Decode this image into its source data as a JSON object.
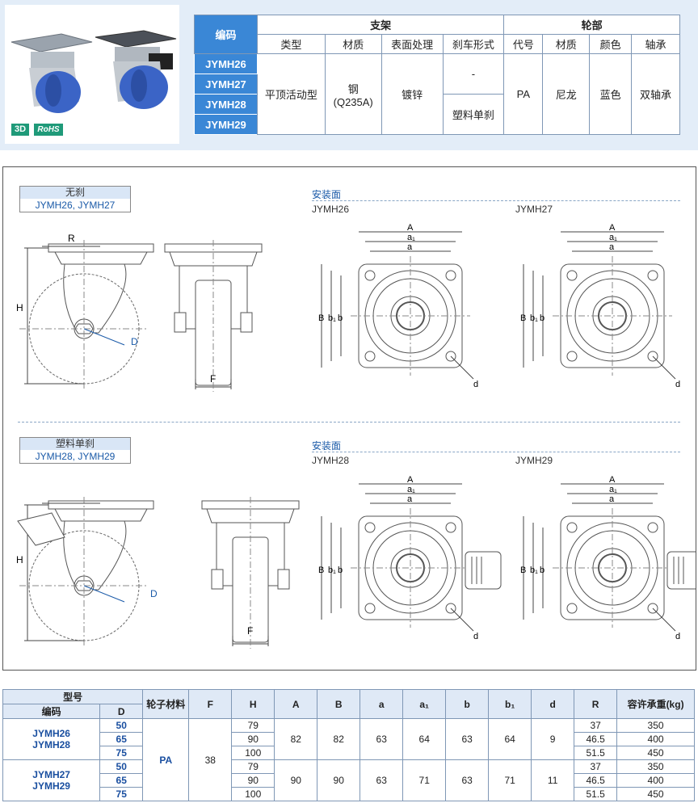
{
  "spec_table": {
    "code_header": "编码",
    "bracket_group": "支架",
    "wheel_group": "轮部",
    "cols": [
      "类型",
      "材质",
      "表面处理",
      "刹车形式",
      "代号",
      "材质",
      "颜色",
      "轴承"
    ],
    "codes": [
      "JYMH26",
      "JYMH27",
      "JYMH28",
      "JYMH29"
    ],
    "type": "平顶活动型",
    "material_line1": "钢",
    "material_line2": "(Q235A)",
    "surface": "镀锌",
    "brake_none": "-",
    "brake_plastic": "塑料单刹",
    "wheel_code": "PA",
    "wheel_material": "尼龙",
    "color": "蓝色",
    "bearing": "双轴承"
  },
  "badges": {
    "b3d": "3D",
    "rohs": "RoHS"
  },
  "drawing": {
    "section1": {
      "title": "无刹",
      "models": "JYMH26, JYMH27",
      "mount_label": "安装面",
      "left_model": "JYMH26",
      "right_model": "JYMH27"
    },
    "section2": {
      "title": "塑料单刹",
      "models": "JYMH28, JYMH29",
      "mount_label": "安装面",
      "left_model": "JYMH28",
      "right_model": "JYMH29"
    },
    "dims": {
      "R": "R",
      "H": "H",
      "D": "D",
      "F": "F",
      "A": "A",
      "a1": "a₁",
      "a": "a",
      "B": "B",
      "b1": "b₁",
      "b": "b",
      "d": "d"
    }
  },
  "data_table": {
    "model_header": "型号",
    "code_header": "编码",
    "d_header": "D",
    "wheel_mat_header": "轮子材料",
    "cols": [
      "F",
      "H",
      "A",
      "B",
      "a",
      "a₁",
      "b",
      "b₁",
      "d",
      "R"
    ],
    "load_header": "容许承重(kg)",
    "material": "PA",
    "F": "38",
    "groups": [
      {
        "codes": [
          "JYMH26",
          "JYMH28"
        ],
        "A": "82",
        "B": "82",
        "a": "63",
        "a1": "64",
        "b": "63",
        "b1": "64",
        "d": "9",
        "rows": [
          {
            "D": "50",
            "H": "79",
            "R": "37",
            "load": "350"
          },
          {
            "D": "65",
            "H": "90",
            "R": "46.5",
            "load": "400"
          },
          {
            "D": "75",
            "H": "100",
            "R": "51.5",
            "load": "450"
          }
        ]
      },
      {
        "codes": [
          "JYMH27",
          "JYMH29"
        ],
        "A": "90",
        "B": "90",
        "a": "63",
        "a1": "71",
        "b": "63",
        "b1": "71",
        "d": "11",
        "rows": [
          {
            "D": "50",
            "H": "79",
            "R": "37",
            "load": "350"
          },
          {
            "D": "65",
            "H": "90",
            "R": "46.5",
            "load": "400"
          },
          {
            "D": "75",
            "H": "100",
            "R": "51.5",
            "load": "450"
          }
        ]
      }
    ]
  }
}
